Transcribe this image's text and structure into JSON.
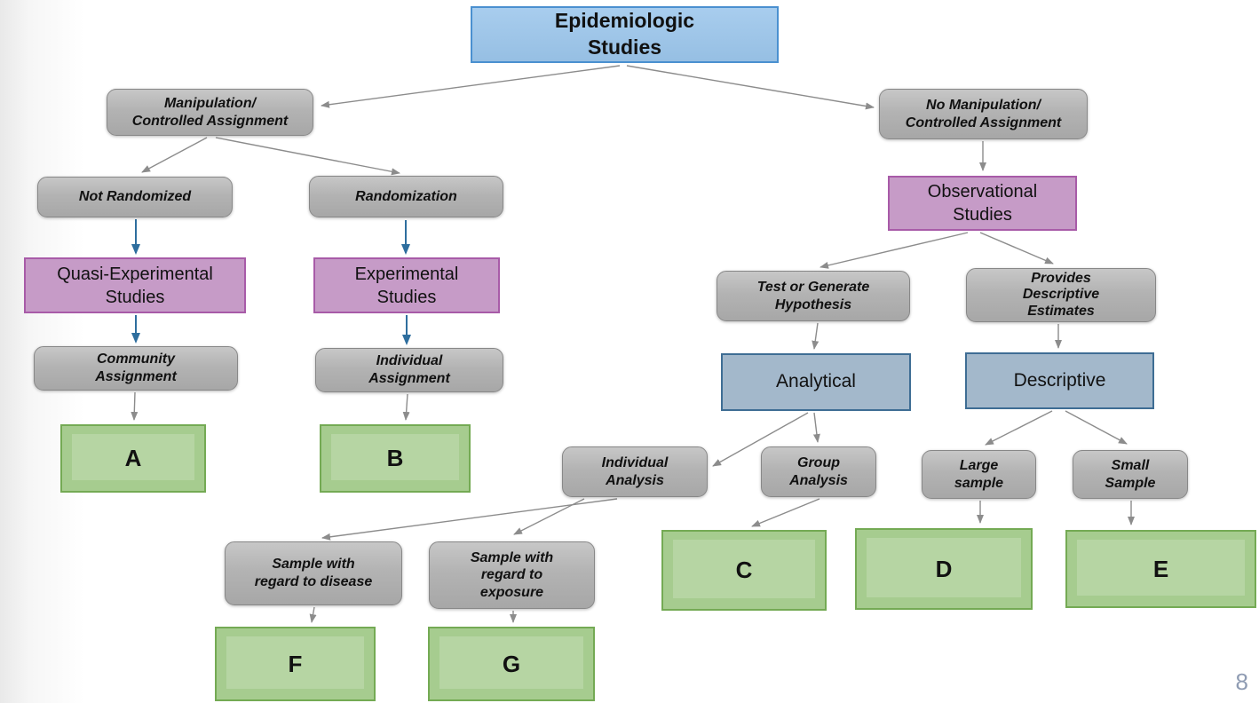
{
  "page": {
    "number": "8"
  },
  "colors": {
    "background": "#ffffff",
    "blue_box_fill": "#9dc3e6",
    "blue_box_border": "#4a90d0",
    "purple_box_fill": "#c69bc7",
    "purple_box_border": "#a85ba8",
    "bluegray_box_fill": "#a3b8cb",
    "bluegray_box_border": "#3e6d94",
    "green_box_fill": "#a6cc8f",
    "green_box_border": "#74aa54",
    "gray_box_fill": "#b3b3b3",
    "gray_box_border": "#888888",
    "gray_arrow": "#8c8c8c",
    "blue_arrow": "#2e6e9e",
    "page_number_color": "#8f9cb3"
  },
  "nodes": {
    "epidemiologic_studies": {
      "label": "Epidemiologic\nStudies"
    },
    "manipulation": {
      "label": "Manipulation/\nControlled Assignment"
    },
    "no_manipulation": {
      "label": "No Manipulation/\nControlled Assignment"
    },
    "not_randomized": {
      "label": "Not Randomized"
    },
    "randomization": {
      "label": "Randomization"
    },
    "quasi_experimental": {
      "label": "Quasi-Experimental\nStudies"
    },
    "experimental": {
      "label": "Experimental\nStudies"
    },
    "community_assignment": {
      "label": "Community\nAssignment"
    },
    "individual_assignment": {
      "label": "Individual\nAssignment"
    },
    "observational": {
      "label": "Observational\nStudies"
    },
    "test_or_generate": {
      "label": "Test or Generate\nHypothesis"
    },
    "provides_descriptive": {
      "label": "Provides\nDescriptive\nEstimates"
    },
    "analytical": {
      "label": "Analytical"
    },
    "descriptive": {
      "label": "Descriptive"
    },
    "individual_analysis": {
      "label": "Individual\nAnalysis"
    },
    "group_analysis": {
      "label": "Group\nAnalysis"
    },
    "large_sample": {
      "label": "Large\nsample"
    },
    "small_sample": {
      "label": "Small\nSample"
    },
    "sample_disease": {
      "label": "Sample with\nregard to disease"
    },
    "sample_exposure": {
      "label": "Sample with\nregard to\nexposure"
    },
    "box_a": {
      "label": "A"
    },
    "box_b": {
      "label": "B"
    },
    "box_c": {
      "label": "C"
    },
    "box_d": {
      "label": "D"
    },
    "box_e": {
      "label": "E"
    },
    "box_f": {
      "label": "F"
    },
    "box_g": {
      "label": "G"
    }
  }
}
